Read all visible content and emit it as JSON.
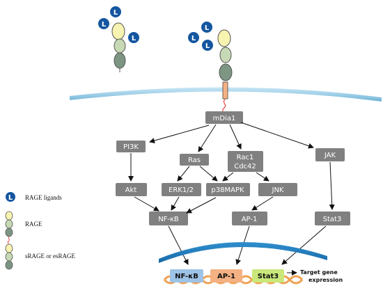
{
  "ligand_letter": "L",
  "nodes": {
    "mdia1": "mDia1",
    "pi3k": "PI3K",
    "ras": "Ras",
    "rac1": "Rac1",
    "cdc42": "Cdc42",
    "jak": "JAK",
    "akt": "Akt",
    "erk": "ERK1/2",
    "p38": "p38MAPK",
    "jnk": "JNK",
    "nfkb": "NF-κB",
    "ap1": "AP-1",
    "stat3": "Stat3"
  },
  "transcription_factors": {
    "nfkb": "NF-κB",
    "ap1": "AP-1",
    "stat3": "Stat3"
  },
  "target": {
    "line1": "Target gene",
    "line2": "expression"
  },
  "legend": {
    "ligands": "RAGE ligands",
    "rage": "RAGE",
    "srage": "sRAGE or esRAGE"
  },
  "colors": {
    "node": "#808080",
    "membrane": "#a9d4ea",
    "ligand": "#1556a0",
    "domain_yellow": "#f7f3b0",
    "domain_green": "#c6d9b4",
    "domain_dark": "#7d9583",
    "tf_nfkb": "#9dc3e6",
    "tf_ap1": "#f4b183",
    "tf_stat3": "#c9e77a",
    "dna": "#f0a050",
    "transmembrane": "#f4b183",
    "tail": "#e02020"
  }
}
